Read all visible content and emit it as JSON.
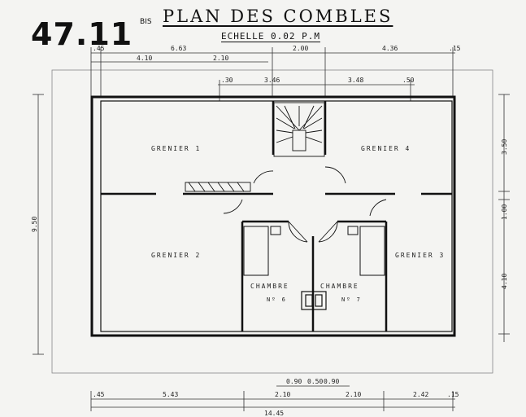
{
  "header": {
    "plan_number": "47.11",
    "plan_suffix": "BIS",
    "title": "PLAN DES COMBLES",
    "scale": "ECHELLE 0.02 P.M"
  },
  "rooms": [
    {
      "label": "GRENIER 1"
    },
    {
      "label": "GRENIER 4"
    },
    {
      "label": "GRENIER 2"
    },
    {
      "label": "GRENIER 3"
    },
    {
      "label": "CHAMBRE",
      "number": "Nº 6"
    },
    {
      "label": "CHAMBRE",
      "number": "Nº 7"
    }
  ],
  "dimensions": {
    "top_row": [
      ".45",
      "6.63",
      "2.00",
      "4.36",
      ".15"
    ],
    "top_sub": [
      "4.10",
      "2.10"
    ],
    "top_inner": [
      ".30",
      "3.46",
      "3.48",
      ".50"
    ],
    "left": "9.50",
    "right": [
      "3.50",
      "1.00",
      "4.10"
    ],
    "bottom_small": [
      "0.90",
      "0.50",
      "0.90"
    ],
    "bottom_row": [
      ".45",
      "5.43",
      "2.10",
      "2.10",
      "2.42",
      ".15"
    ],
    "bottom_total": "14.45"
  }
}
